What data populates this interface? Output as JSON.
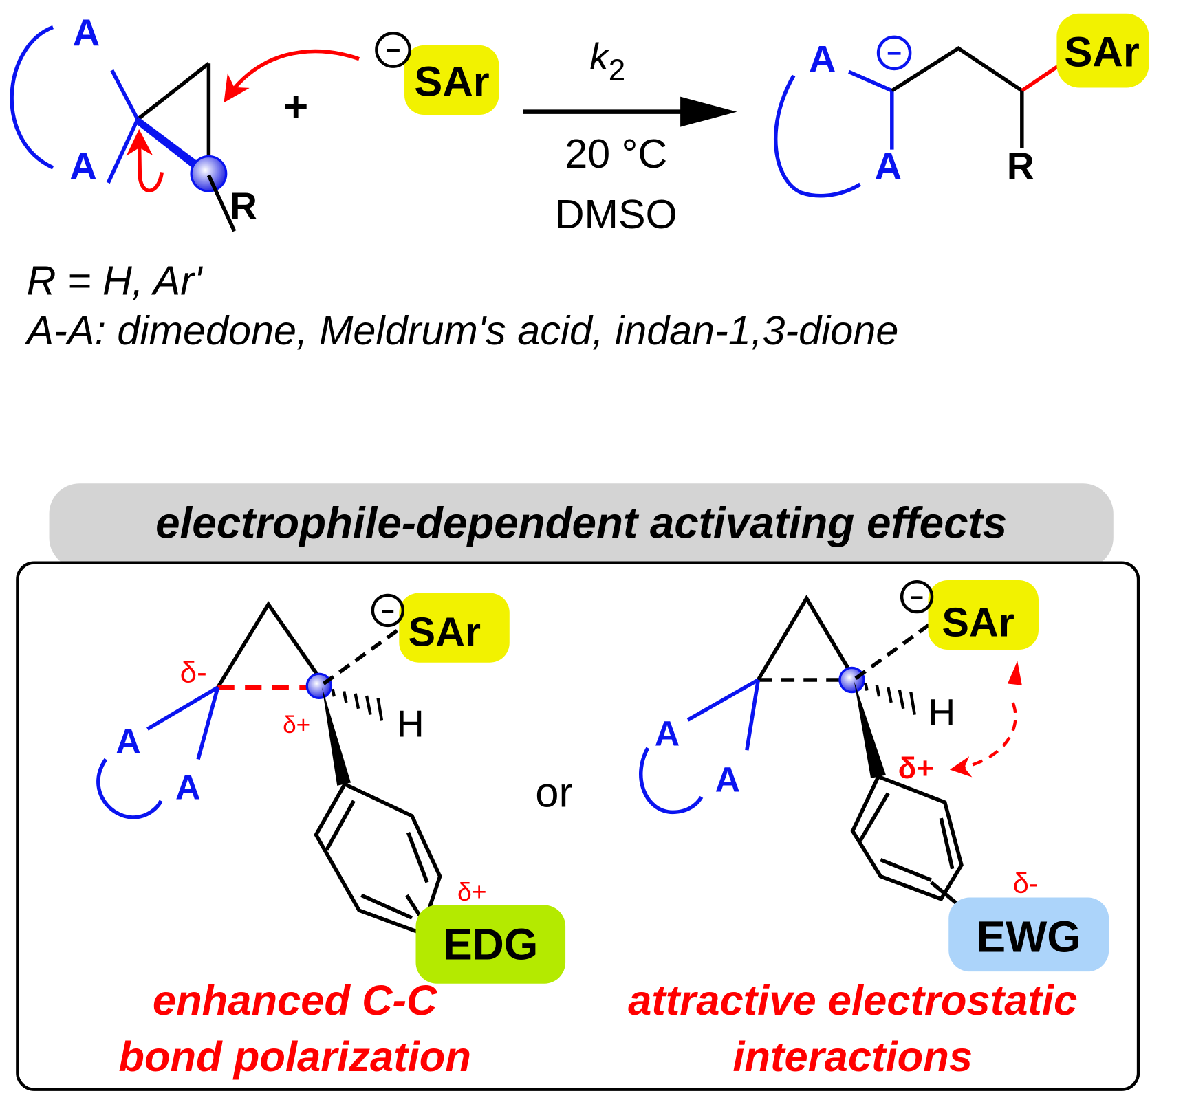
{
  "colors": {
    "acceptor_blue": "#0a14f0",
    "arrow_red": "#ff0000",
    "thiolate_yellow": "#f2f200",
    "edg_green": "#b4ea00",
    "ewg_blue": "#acd4fa",
    "banner_gray": "#d4d4d4"
  },
  "reaction": {
    "reactant": {
      "acceptor_top": "A",
      "acceptor_bottom": "A",
      "substituent": "R"
    },
    "plus": "+",
    "nucleophile": {
      "charge": "−",
      "label": "SAr"
    },
    "arrow": {
      "above": "k",
      "above_sub": "2",
      "below_line1": "20 °C",
      "below_line2": "DMSO"
    },
    "product": {
      "acceptor_top": "A",
      "acceptor_bottom": "A",
      "charge": "−",
      "substituent": "R",
      "nucleophile_label": "SAr"
    }
  },
  "definitions": {
    "r_line": "R = H, Ar'",
    "aa_line": "A-A: dimedone, Meldrum's acid, indan-1,3-dione"
  },
  "banner": {
    "title": "electrophile-dependent activating effects"
  },
  "left_panel": {
    "acceptor_top": "A",
    "acceptor_bottom": "A",
    "delta_minus": "δ-",
    "delta_plus_ring": "δ+",
    "nucleophile_charge": "−",
    "nucleophile_label": "SAr",
    "hydrogen": "H",
    "delta_plus_group": "δ+",
    "group_label": "EDG",
    "caption_line1": "enhanced C-C",
    "caption_line2": "bond polarization"
  },
  "separator": "or",
  "right_panel": {
    "acceptor_top": "A",
    "acceptor_bottom": "A",
    "nucleophile_charge": "−",
    "nucleophile_label": "SAr",
    "hydrogen": "H",
    "delta_plus_ipso": "δ+",
    "delta_minus_group": "δ-",
    "group_label": "EWG",
    "caption_line1": "attractive electrostatic",
    "caption_line2": "interactions"
  }
}
